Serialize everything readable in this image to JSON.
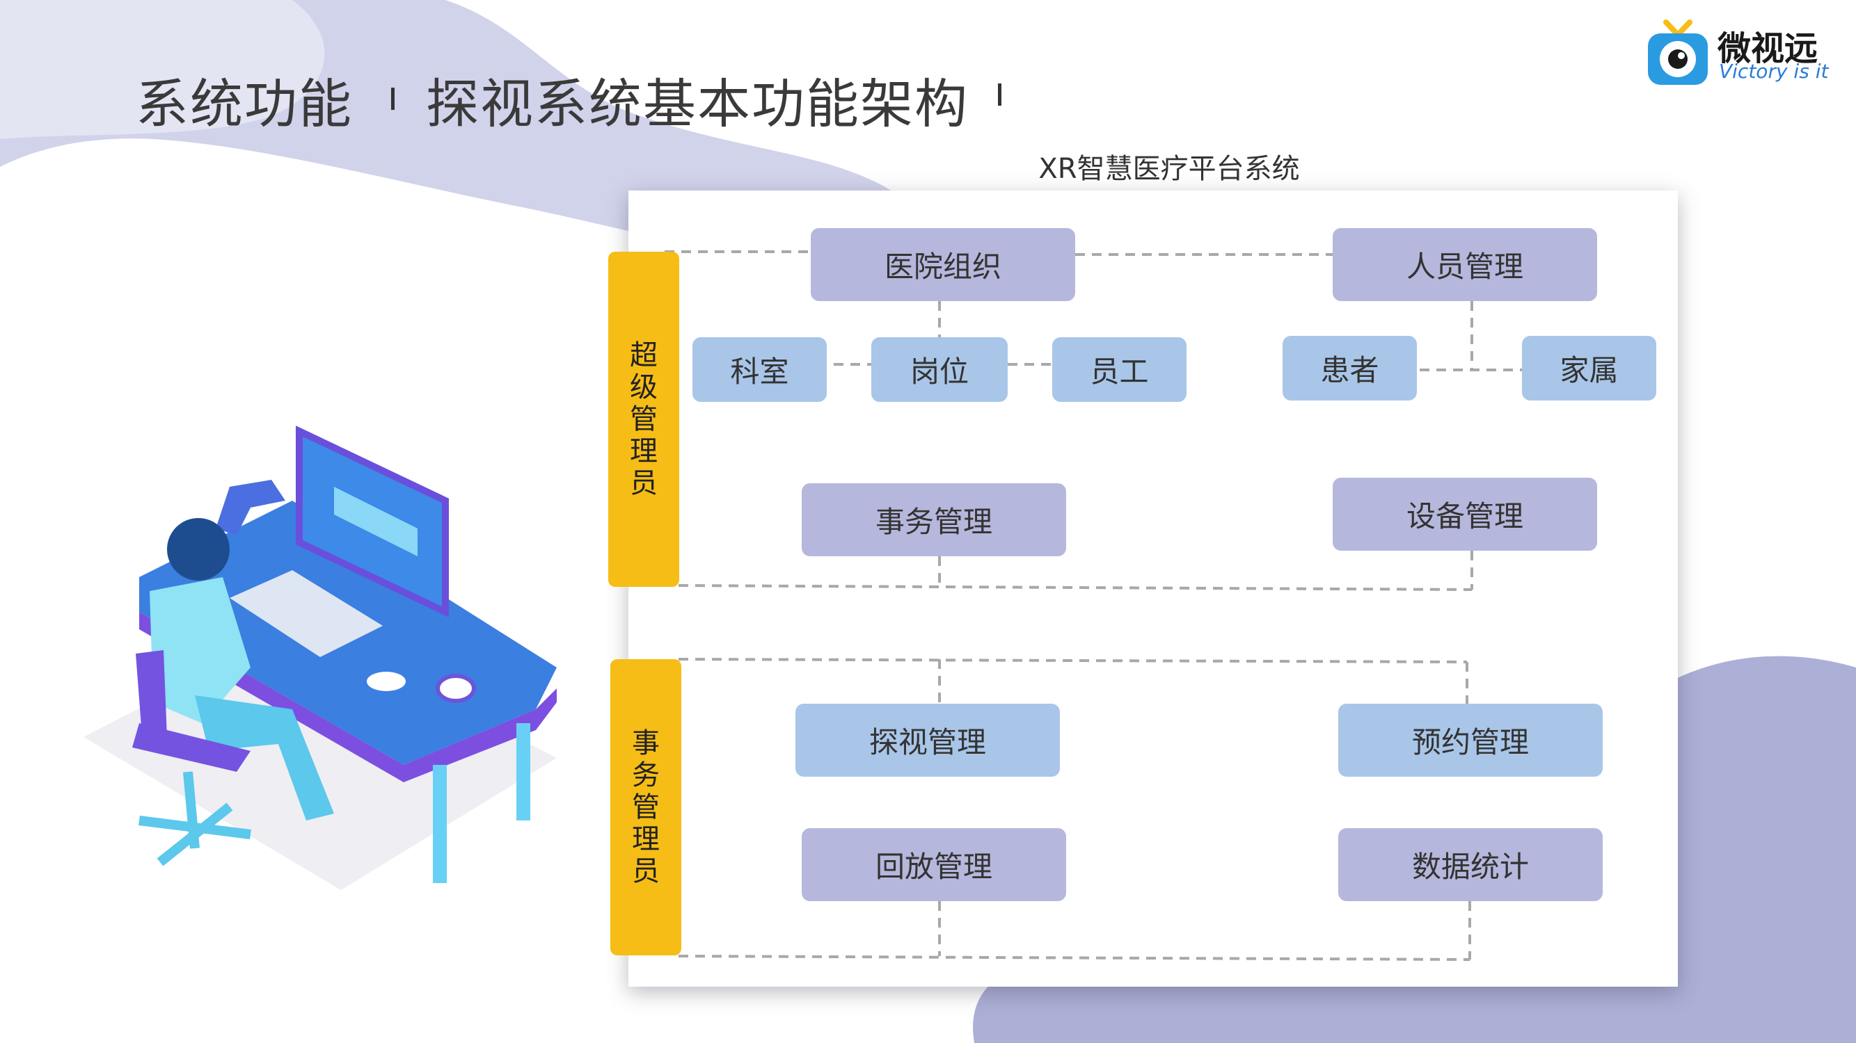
{
  "header": {
    "section": "系统功能",
    "title": "探视系统基本功能架构"
  },
  "logo": {
    "name_cn": "微视远",
    "slogan": "Victory is it",
    "brand_color": "#2a7bd6"
  },
  "diagram": {
    "platform": "XR智慧医疗平台系统",
    "roles": {
      "super_admin": "超级管理员",
      "affairs_admin": "事务管理员"
    },
    "nodes": {
      "hospital_org": "医院组织",
      "personnel": "人员管理",
      "department": "科室",
      "post": "岗位",
      "staff": "员工",
      "patient": "患者",
      "family": "家属",
      "affairs": "事务管理",
      "equipment": "设备管理",
      "visit": "探视管理",
      "appointment": "预约管理",
      "playback": "回放管理",
      "statistics": "数据统计"
    },
    "colors": {
      "role": "#f6bd16",
      "node_purple": "#b6b7dc",
      "node_blue": "#a9c6e8"
    }
  }
}
